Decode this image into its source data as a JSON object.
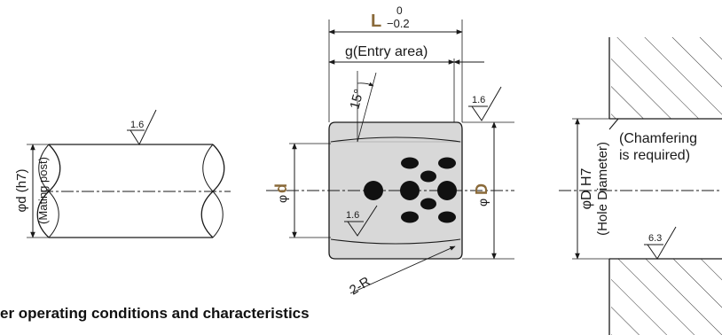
{
  "colors": {
    "line": "#1a1a1a",
    "accent": "#8a6a3a",
    "body_fill": "#d8d8d8",
    "dot_fill": "#111111"
  },
  "post": {
    "roughness": "1.6",
    "label_main": "φd (h7)",
    "label_sub": "(Mating post)"
  },
  "bushing": {
    "length_label": "L",
    "length_tol_upper": "0",
    "length_tol_lower": "−0.2",
    "entry_label": "g(Entry area)",
    "angle_label": "15°",
    "roughness_top": "1.6",
    "roughness_bore": "1.6",
    "bore_prefix": "φ",
    "bore_label": "d",
    "outer_prefix": "φ",
    "outer_label": "D",
    "radius_label": "2-R"
  },
  "hole": {
    "label_main": "φD H7",
    "label_sub": "(Hole Diameter)",
    "chamfer_line1": "(Chamfering",
    "chamfer_line2": "is required)",
    "roughness": "6.3"
  },
  "caption": {
    "title": "er operating conditions and characteristics",
    "subtitle": "Can be used in the extremely normal fixed parts (use condition)"
  }
}
